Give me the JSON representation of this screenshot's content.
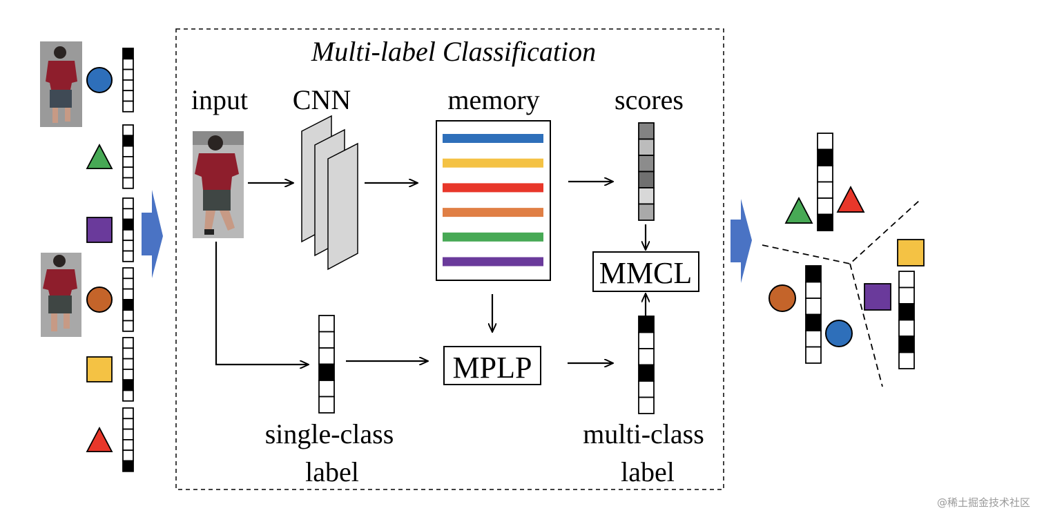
{
  "title": "Multi-label Classification",
  "labels": {
    "input": "input",
    "cnn": "CNN",
    "memory": "memory",
    "scores": "scores",
    "mmcl": "MMCL",
    "mplp": "MPLP",
    "single_class_1": "single-class",
    "single_class_2": "label",
    "multi_class_1": "multi-class",
    "multi_class_2": "label"
  },
  "colors": {
    "blue": "#2E6FBA",
    "green": "#47A955",
    "purple": "#6A3A9B",
    "orange": "#C4642A",
    "yellow": "#F4C244",
    "red": "#E8372A",
    "arrow_blue": "#4A73C4",
    "memory_orange": "#E07F45"
  },
  "left_samples": [
    {
      "shape": "circle",
      "color": "blue",
      "vector": [
        1,
        0,
        0,
        0,
        0,
        0
      ]
    },
    {
      "shape": "triangle",
      "color": "green",
      "vector": [
        0,
        1,
        0,
        0,
        0,
        0
      ]
    },
    {
      "shape": "square",
      "color": "purple",
      "vector": [
        0,
        0,
        1,
        0,
        0,
        0
      ]
    },
    {
      "shape": "circle",
      "color": "orange",
      "vector": [
        0,
        0,
        0,
        1,
        0,
        0
      ]
    },
    {
      "shape": "square",
      "color": "yellow",
      "vector": [
        0,
        0,
        0,
        0,
        1,
        0
      ]
    },
    {
      "shape": "triangle",
      "color": "red",
      "vector": [
        0,
        0,
        0,
        0,
        0,
        1
      ]
    }
  ],
  "memory_rows": [
    "blue",
    "yellow",
    "red",
    "memory_orange",
    "green",
    "purple"
  ],
  "scores": [
    0.55,
    0.25,
    0.5,
    0.65,
    0.1,
    0.35
  ],
  "single_class_vector": [
    0,
    0,
    0,
    1,
    0,
    0
  ],
  "multi_class_vector": [
    1,
    0,
    0,
    1,
    0,
    0
  ],
  "clusters": [
    {
      "name": "triangles",
      "vector": [
        0,
        1,
        0,
        0,
        0,
        1
      ],
      "members": [
        {
          "shape": "triangle",
          "color": "green"
        },
        {
          "shape": "triangle",
          "color": "red"
        }
      ]
    },
    {
      "name": "circles",
      "vector": [
        1,
        0,
        0,
        1,
        0,
        0
      ],
      "members": [
        {
          "shape": "circle",
          "color": "orange"
        },
        {
          "shape": "circle",
          "color": "blue"
        }
      ]
    },
    {
      "name": "squares",
      "vector": [
        0,
        0,
        1,
        0,
        1,
        0
      ],
      "members": [
        {
          "shape": "square",
          "color": "yellow"
        },
        {
          "shape": "square",
          "color": "purple"
        }
      ]
    }
  ],
  "watermark": "@稀土掘金技术社区"
}
